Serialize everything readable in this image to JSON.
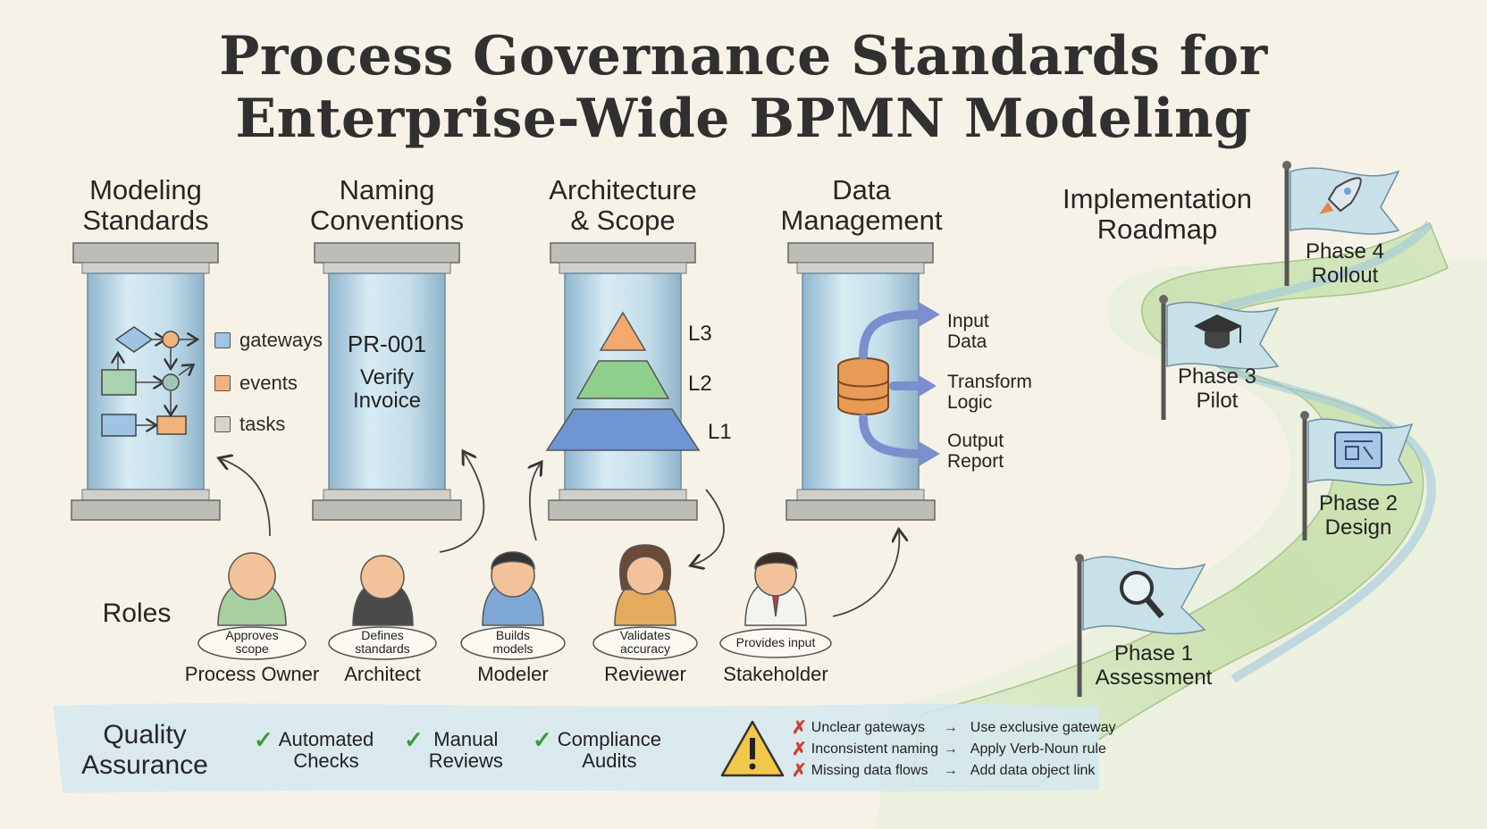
{
  "title": {
    "line1": "Process Governance Standards for",
    "line2": "Enterprise-Wide BPMN Modeling"
  },
  "columns": {
    "modeling": {
      "heading1": "Modeling",
      "heading2": "Standards",
      "legend": [
        {
          "label": "gateways",
          "color": "#9ec3e3"
        },
        {
          "label": "events",
          "color": "#f2b27c"
        },
        {
          "label": "tasks",
          "color": "#d9d2c8"
        }
      ]
    },
    "naming": {
      "heading1": "Naming",
      "heading2": "Conventions",
      "code": "PR-001",
      "name1": "Verify",
      "name2": "Invoice"
    },
    "architecture": {
      "heading1": "Architecture",
      "heading2": "& Scope",
      "levels": [
        "L3",
        "L2",
        "L1"
      ]
    },
    "data": {
      "heading1": "Data",
      "heading2": "Management",
      "flows": [
        {
          "line1": "Input",
          "line2": "Data"
        },
        {
          "line1": "Transform",
          "line2": "Logic"
        },
        {
          "line1": "Output",
          "line2": "Report"
        }
      ]
    }
  },
  "roles": {
    "heading": "Roles",
    "items": [
      {
        "name": "Process Owner",
        "tag1": "Approves",
        "tag2": "scope"
      },
      {
        "name": "Architect",
        "tag1": "Defines",
        "tag2": "standards"
      },
      {
        "name": "Modeler",
        "tag1": "Builds",
        "tag2": "models"
      },
      {
        "name": "Reviewer",
        "tag1": "Validates",
        "tag2": "accuracy"
      },
      {
        "name": "Stakeholder",
        "tag1": "Provides input",
        "tag2": ""
      }
    ]
  },
  "qa": {
    "heading1": "Quality",
    "heading2": "Assurance",
    "checks": [
      {
        "line1": "Automated",
        "line2": "Checks"
      },
      {
        "line1": "Manual",
        "line2": "Reviews"
      },
      {
        "line1": "Compliance",
        "line2": "Audits"
      }
    ],
    "issues": [
      {
        "issue": "Unclear gateways",
        "fix": "Use exclusive gateway"
      },
      {
        "issue": "Inconsistent naming",
        "fix": "Apply Verb-Noun rule"
      },
      {
        "issue": "Missing data flows",
        "fix": "Add data object link"
      }
    ]
  },
  "roadmap": {
    "heading1": "Implementation",
    "heading2": "Roadmap",
    "phases": [
      {
        "line1": "Phase 1",
        "line2": "Assessment",
        "icon": "magnifier-icon"
      },
      {
        "line1": "Phase 2",
        "line2": "Design",
        "icon": "blueprint-icon"
      },
      {
        "line1": "Phase 3",
        "line2": "Pilot",
        "icon": "graduation-cap-icon"
      },
      {
        "line1": "Phase 4",
        "line2": "Rollout",
        "icon": "rocket-icon"
      }
    ]
  },
  "arrow_symbol": "→",
  "cross_symbol": "✗",
  "check_symbol": "✓",
  "colors": {
    "pillar": "#bcd9e8",
    "road": "#cfe3b8",
    "river": "#b7d4e6",
    "flag": "#c8e0e8",
    "qa_band": "#d5e8ef"
  }
}
